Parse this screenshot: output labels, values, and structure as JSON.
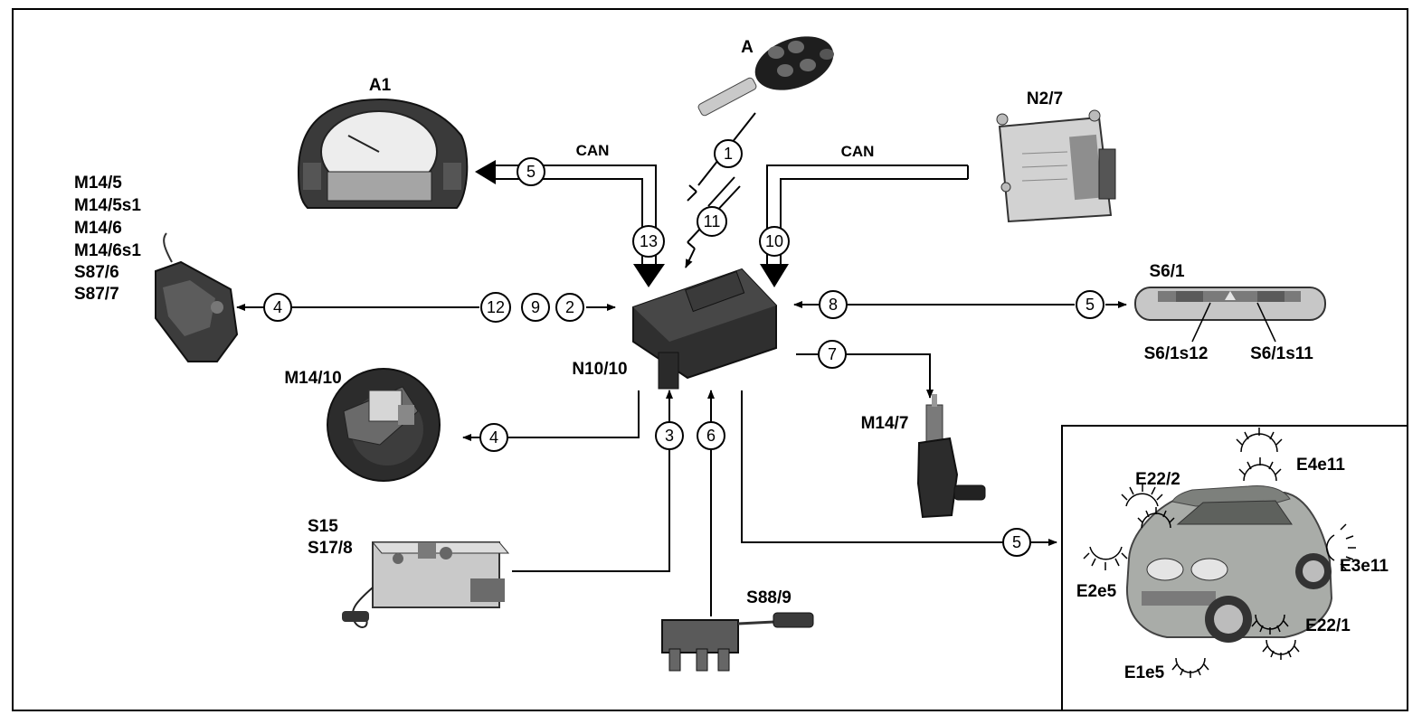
{
  "components": {
    "key": "A",
    "cluster": "A1",
    "engine_ecu": "N2/7",
    "door_lock_list": [
      "M14/5",
      "M14/5s1",
      "M14/6",
      "M14/6s1",
      "S87/6",
      "S87/7"
    ],
    "sam_module": "N10/10",
    "overhead_switch": "S6/1",
    "overhead_switch_button_left": "S6/1s12",
    "overhead_switch_button_right": "S6/1s11",
    "tailgate_motor": "M14/10",
    "fuel_flap_motor": "M14/7",
    "hood_switch_1": "S15",
    "hood_switch_2": "S17/8",
    "tailgate_switch": "S88/9",
    "lamp_e22_2": "E22/2",
    "lamp_e4e11": "E4e11",
    "lamp_e3e11": "E3e11",
    "lamp_e2e5": "E2e5",
    "lamp_e22_1": "E22/1",
    "lamp_e1e5": "E1e5"
  },
  "bus_labels": {
    "left": "CAN",
    "right": "CAN"
  },
  "signals": {
    "s1": "1",
    "s2": "2",
    "s3": "3",
    "s4a": "4",
    "s4b": "4",
    "s5a": "5",
    "s5b": "5",
    "s5c": "5",
    "s6": "6",
    "s7": "7",
    "s8": "8",
    "s9": "9",
    "s10": "10",
    "s11": "11",
    "s12": "12",
    "s13": "13"
  },
  "colors": {
    "line": "#000000",
    "car_body": "#a9aca8",
    "device_dark": "#2b2b2b"
  }
}
